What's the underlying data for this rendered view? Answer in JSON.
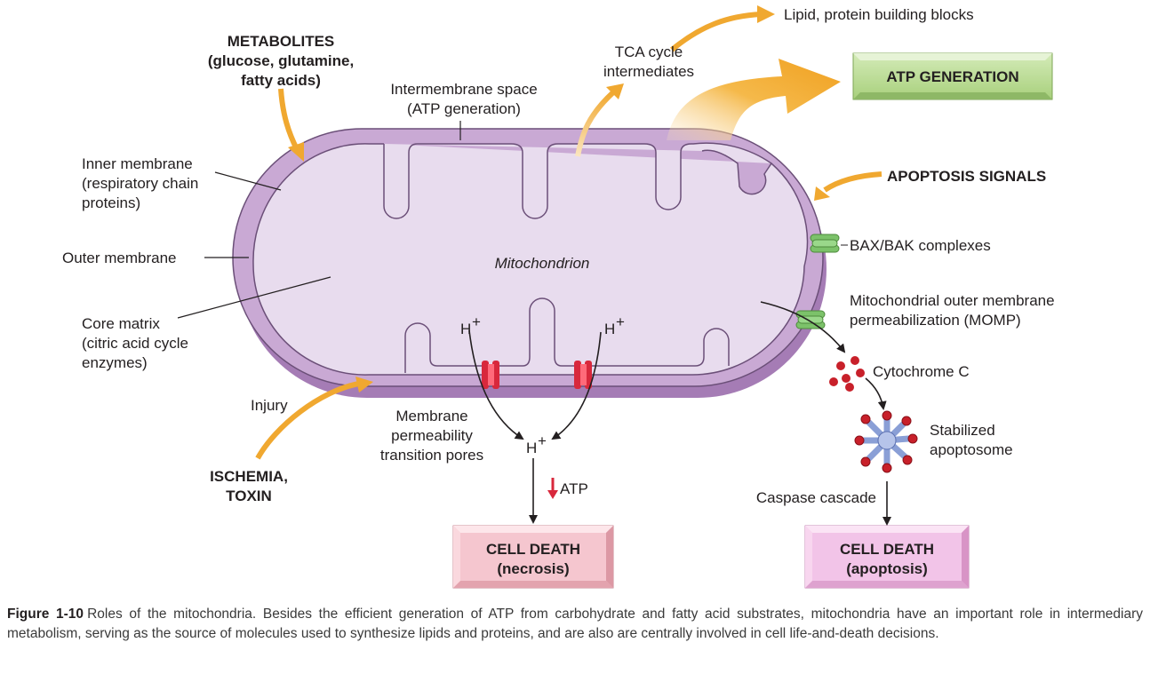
{
  "labels": {
    "metabolites": [
      "METABOLITES",
      "(glucose, glutamine,",
      "fatty acids)"
    ],
    "lipid": "Lipid, protein building blocks",
    "tca": [
      "TCA cycle",
      "intermediates"
    ],
    "atp_generation": "ATP GENERATION",
    "intermembrane": [
      "Intermembrane space",
      "(ATP generation)"
    ],
    "inner_membrane": [
      "Inner membrane",
      "(respiratory chain",
      "proteins)"
    ],
    "apoptosis_signals": "APOPTOSIS SIGNALS",
    "baxbak": "BAX/BAK complexes",
    "outer_membrane": "Outer membrane",
    "mitochondrion": "Mitochondrion",
    "momp": [
      "Mitochondrial outer membrane",
      "permeabilization (MOMP)"
    ],
    "core_matrix": [
      "Core matrix",
      "(citric acid cycle",
      "enzymes)"
    ],
    "hplus": "H",
    "hplus_sup": "+",
    "cytochrome": "Cytochrome C",
    "injury": "Injury",
    "mpt": [
      "Membrane",
      "permeability",
      "transition pores"
    ],
    "apoptosome": [
      "Stabilized",
      "apoptosome"
    ],
    "ischemia": [
      "ISCHEMIA,",
      "TOXIN"
    ],
    "atp_down": "ATP",
    "caspase": "Caspase cascade",
    "necrosis": [
      "CELL DEATH",
      "(necrosis)"
    ],
    "apoptosis": [
      "CELL DEATH",
      "(apoptosis)"
    ]
  },
  "caption": {
    "label": "Figure 1-10",
    "text": "Roles of the mitochondria. Besides the efficient generation of ATP from carbohydrate and fatty acid substrates, mitochondria have an important role in intermediary metabolism, serving as the source of molecules used to synthesize lipids and proteins, and are also are centrally involved in cell life-and-death decisions."
  },
  "colors": {
    "outer_membrane": "#c9a9d4",
    "outer_shadow": "#a57cb5",
    "matrix": "#e8dcee",
    "arrow_orange": "#f0a830",
    "atp_box": "#b5d98f",
    "necrosis_box": "#f5c6cf",
    "apoptosis_box": "#f2c4e8",
    "channel_red": "#d8283c",
    "bax_green": "#7cc26a",
    "cyto_red": "#c8202a",
    "apoptosome_blue": "#8a9fd6"
  }
}
